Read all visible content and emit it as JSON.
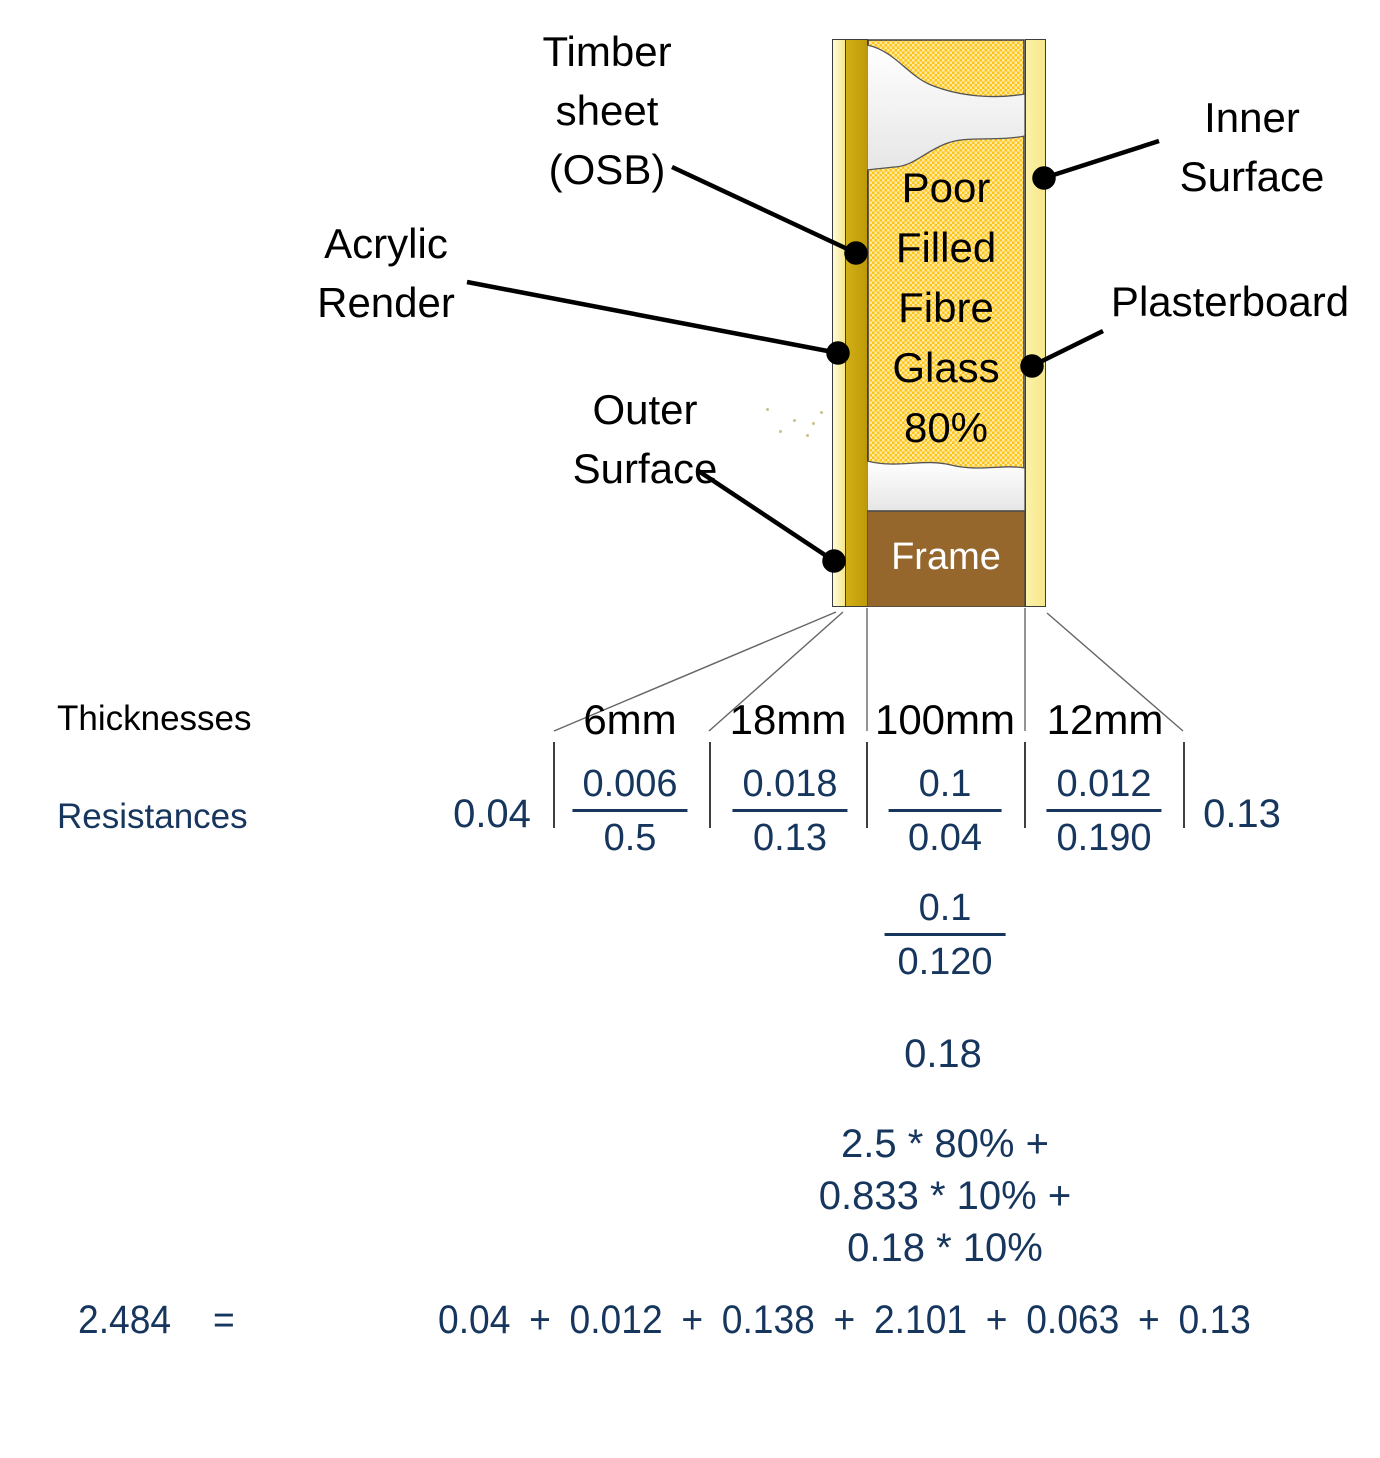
{
  "wall": {
    "callouts": {
      "timber": {
        "lines": [
          "Timber",
          "sheet",
          "(OSB)"
        ]
      },
      "acrylic": {
        "lines": [
          "Acrylic",
          "Render"
        ]
      },
      "outer": {
        "lines": [
          "Outer",
          "Surface"
        ]
      },
      "inner": {
        "lines": [
          "Inner",
          "Surface"
        ]
      },
      "plasterboard": {
        "label": "Plasterboard"
      }
    },
    "fibre": {
      "lines": [
        "Poor",
        "Filled",
        "Fibre",
        "Glass",
        "80%"
      ]
    },
    "frame_label": "Frame"
  },
  "rows": {
    "thicknesses_label": "Thicknesses",
    "resistances_label": "Resistances",
    "thicknesses": [
      "6mm",
      "18mm",
      "100mm",
      "12mm"
    ],
    "surface_outer": "0.04",
    "surface_inner": "0.13",
    "layer_fractions": [
      {
        "num": "0.006",
        "den": "0.5"
      },
      {
        "num": "0.018",
        "den": "0.13"
      },
      {
        "num": "0.1",
        "den": "0.04"
      },
      {
        "num": "0.012",
        "den": "0.190"
      }
    ],
    "bridge_fraction": {
      "num": "0.1",
      "den": "0.120"
    },
    "bridge_resistance": "0.18",
    "weighted": [
      "2.5 * 80% +",
      "0.833 * 10% +",
      "0.18 * 10%"
    ],
    "total": "2.484",
    "equals": "=",
    "sum": "0.04 + 0.012 + 0.138 + 2.101 + 0.063 + 0.13"
  },
  "colors": {
    "navy": "#17365D",
    "osb_gold": "#C2A00C",
    "render_pale": "#F6E88C",
    "fibre_gold": "#FFC515",
    "frame_brown": "#95672D"
  }
}
